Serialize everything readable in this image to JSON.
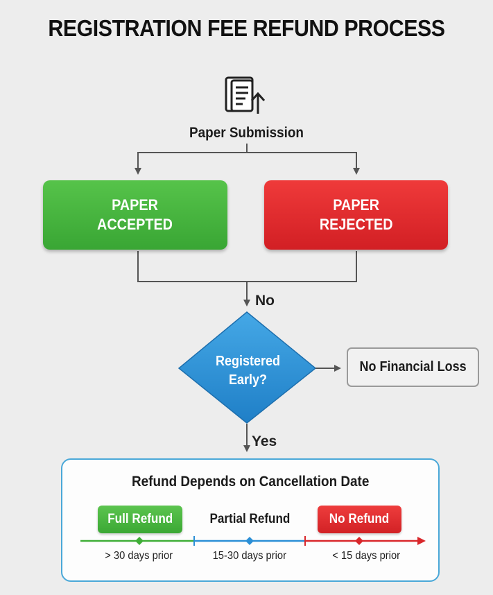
{
  "title": "REGISTRATION FEE REFUND PROCESS",
  "start": {
    "icon": "document-upload-icon",
    "label": "Paper Submission"
  },
  "outcomes": {
    "accepted": {
      "line1": "PAPER",
      "line2": "ACCEPTED",
      "color": "#3fae37"
    },
    "rejected": {
      "line1": "PAPER",
      "line2": "REJECTED",
      "color": "#dd2a2d"
    }
  },
  "edge_no": "No",
  "decision": {
    "line1": "Registered",
    "line2": "Early?",
    "color": "#2b8fd6"
  },
  "no_loss": "No Financial Loss",
  "edge_yes": "Yes",
  "refund": {
    "title": "Refund Depends on Cancellation Date",
    "full": "Full Refund",
    "partial": "Partial Refund",
    "none": "No Refund",
    "ticks": [
      "> 30 days prior",
      "15-30 days prior",
      "< 15 days prior"
    ],
    "colors": {
      "green": "#3fae37",
      "blue": "#2b8fd6",
      "red": "#d9272b"
    }
  }
}
